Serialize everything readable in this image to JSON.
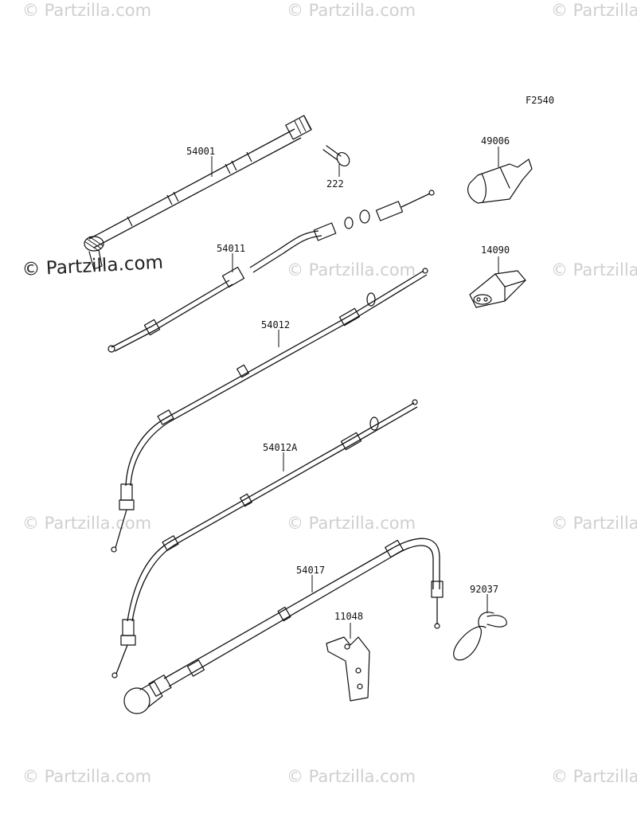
{
  "diagram_code": "F2540",
  "parts": [
    {
      "id": "p54001",
      "number": "54001"
    },
    {
      "id": "p222",
      "number": "222"
    },
    {
      "id": "p49006",
      "number": "49006"
    },
    {
      "id": "p54011",
      "number": "54011"
    },
    {
      "id": "p14090",
      "number": "14090"
    },
    {
      "id": "p54012",
      "number": "54012"
    },
    {
      "id": "p54012a",
      "number": "54012A"
    },
    {
      "id": "p54017",
      "number": "54017"
    },
    {
      "id": "p11048",
      "number": "11048"
    },
    {
      "id": "p92037",
      "number": "92037"
    }
  ],
  "watermark": {
    "main": "© Partzilla.com",
    "faint": "© Partzilla.com"
  }
}
